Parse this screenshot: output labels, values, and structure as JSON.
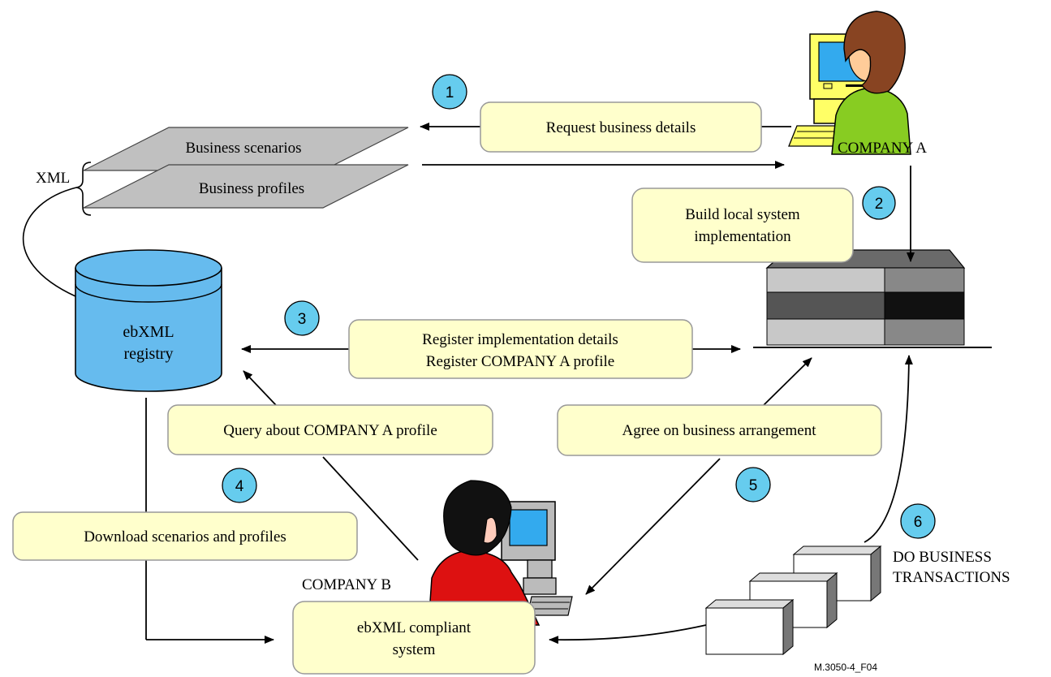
{
  "labels": {
    "xml": "XML",
    "company_a": "COMPANY A",
    "company_b": "COMPANY B",
    "do_business_line1": "DO BUSINESS",
    "do_business_line2": "TRANSACTIONS",
    "figure_id": "M.3050-4_F04"
  },
  "layers": {
    "scenarios": "Business scenarios",
    "profiles": "Business profiles"
  },
  "registry": {
    "line1": "ebXML",
    "line2": "registry"
  },
  "boxes": {
    "request": "Request business details",
    "build_line1": "Build local system",
    "build_line2": "implementation",
    "register_line1": "Register implementation details",
    "register_line2": "Register COMPANY A profile",
    "query": "Query about COMPANY A  profile",
    "agree": "Agree on business arrangement",
    "download": "Download scenarios and profiles",
    "compliant_line1": "ebXML compliant",
    "compliant_line2": "system"
  },
  "steps": [
    "1",
    "2",
    "3",
    "4",
    "5",
    "6"
  ],
  "colors": {
    "box_fill": "#ffffcc",
    "box_stroke": "#999999",
    "step_fill": "#66ccee",
    "registry_fill": "#66bbee",
    "layer_fill": "#c0c0c0",
    "company_a_shirt": "#88cc22",
    "company_b_shirt": "#dd1111",
    "monitor": "#ffff66",
    "screen": "#33aaee",
    "hair": "#884422"
  }
}
